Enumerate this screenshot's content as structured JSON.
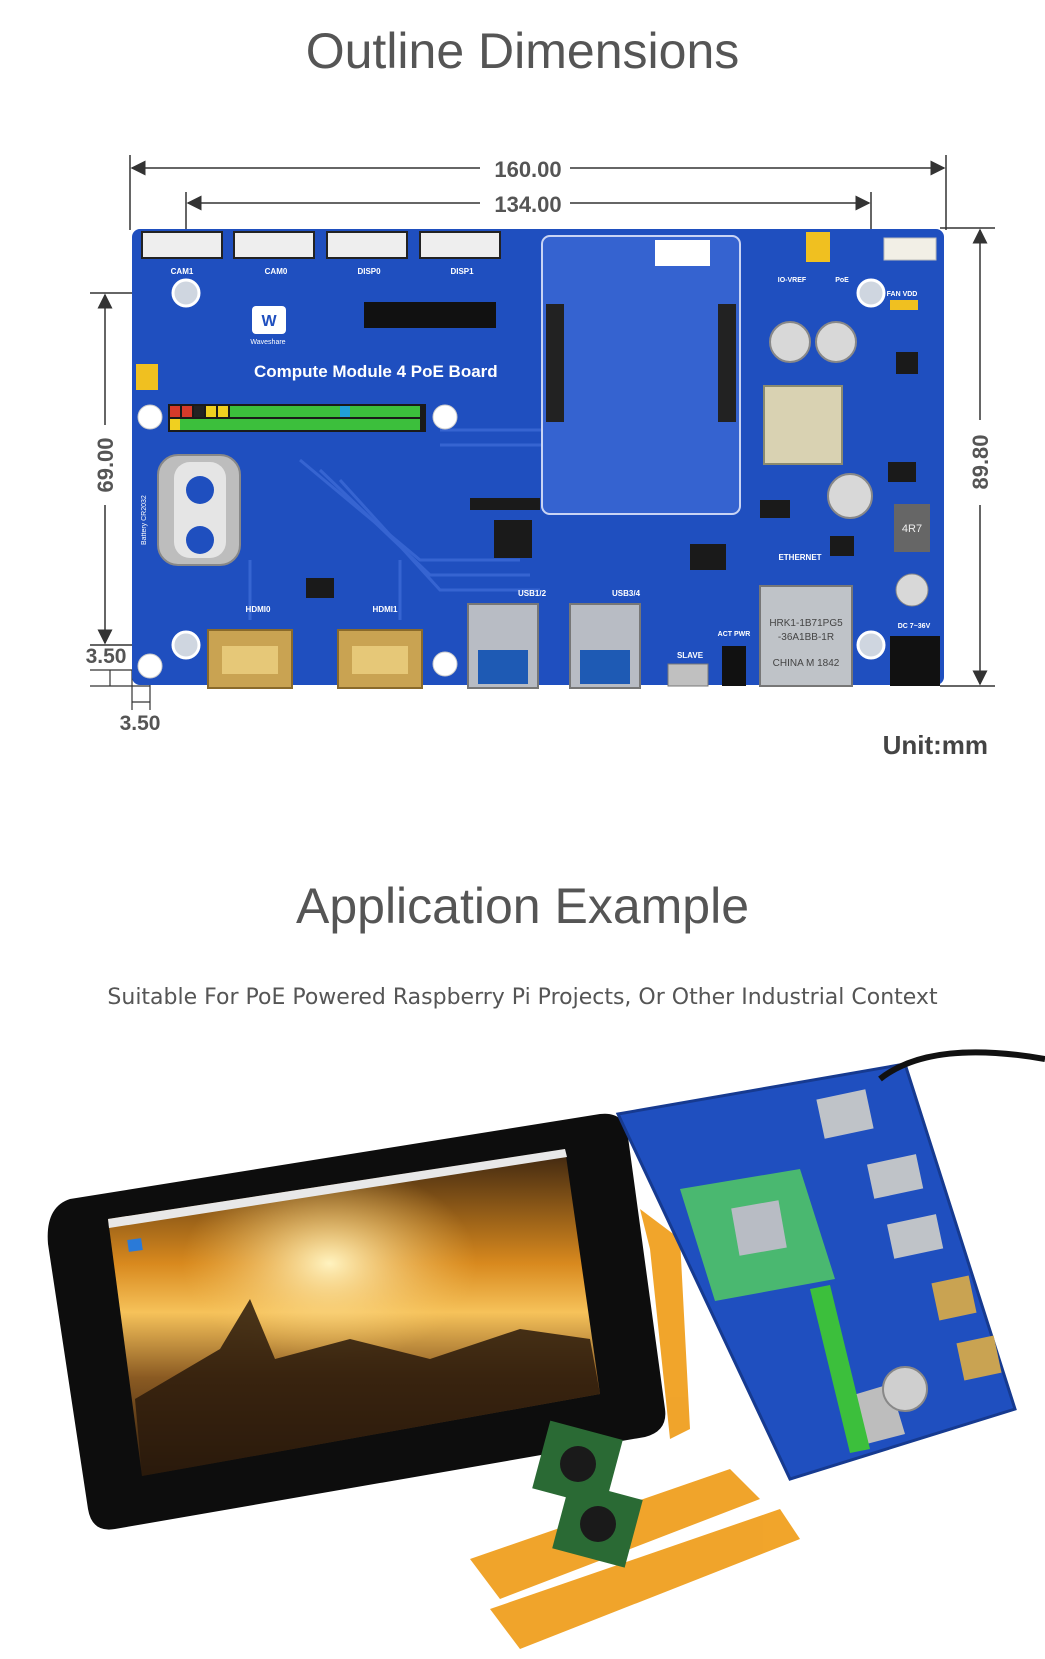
{
  "outline": {
    "title": "Outline Dimensions",
    "dims": {
      "total_width": "160.00",
      "inner_width": "134.00",
      "total_height": "89.80",
      "inner_height": "69.00",
      "offset_y": "3.50",
      "offset_x": "3.50"
    },
    "unit": "Unit:mm",
    "board": {
      "name": "Compute Module 4 PoE Board",
      "brand": "Waveshare",
      "labels": {
        "cam1": "CAM1",
        "cam0": "CAM0",
        "disp0": "DISP0",
        "disp1": "DISP1",
        "hdmi0": "HDMI0",
        "hdmi1": "HDMI1",
        "usb12": "USB1/2",
        "usb34": "USB3/4",
        "ethernet": "ETHERNET",
        "slave": "SLAVE",
        "act_pwr": "ACT PWR",
        "poe": "PoE",
        "dc": "DC 7~36V",
        "fan_vdd": "FAN VDD",
        "io_vref": "IO-VREF",
        "battery": "Battery CR2032",
        "inductor": "4R7",
        "rj45_line1": "HRK1-1B71PG5",
        "rj45_line2": "-36A1BB-1R",
        "rj45_line3": "CHINA  M 1842"
      }
    }
  },
  "application": {
    "title": "Application Example",
    "subtitle": "Suitable For PoE Powered Raspberry Pi Projects, Or Other Industrial Context"
  },
  "colors": {
    "board_blue": "#1f4fbf",
    "title_gray": "#555555",
    "gold": "#c9a352",
    "ribbon_orange": "#f0a020"
  }
}
